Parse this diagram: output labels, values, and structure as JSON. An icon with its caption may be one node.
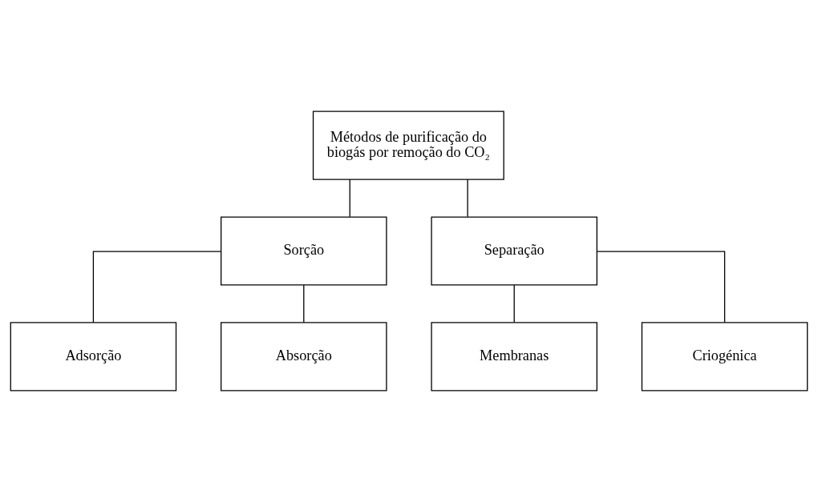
{
  "diagram": {
    "nodes": [
      {
        "text": [
          "Métodos de purificação do biogás por remoção do CO₂"
        ]
      },
      {
        "text": [
          "Sorção"
        ]
      },
      {
        "text": [
          "Separação"
        ]
      },
      {
        "text": [
          "Adsorção"
        ]
      },
      {
        "text": [
          "Absorção"
        ]
      },
      {
        "text": [
          "Membranas"
        ]
      },
      {
        "text": [
          "Criogénica"
        ]
      }
    ],
    "edges": [
      {
        "from": 0,
        "to": 1,
        "arrow": "none"
      },
      {
        "from": 0,
        "to": 2,
        "arrow": "none"
      },
      {
        "from": 1,
        "to": 3,
        "arrow": "none"
      },
      {
        "from": 1,
        "to": 4,
        "arrow": "none"
      },
      {
        "from": 2,
        "to": 5,
        "arrow": "none"
      },
      {
        "from": 2,
        "to": 6,
        "arrow": "none"
      }
    ]
  }
}
